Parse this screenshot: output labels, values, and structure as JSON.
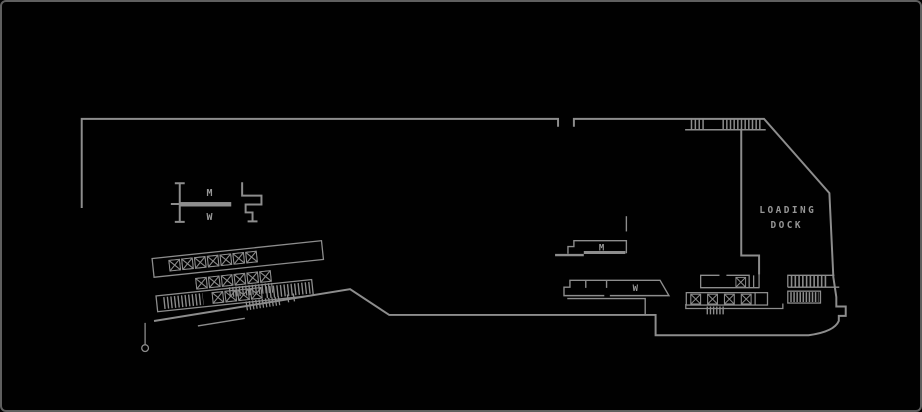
{
  "canvas": {
    "background": "#010101",
    "line_color": "#8d8d8d",
    "text_color": "#979797",
    "border_color": "#5f5f5f"
  },
  "labels": {
    "left_restroom_men": "M",
    "left_restroom_women": "W",
    "right_restroom_men": "M",
    "right_restroom_women": "W",
    "loading_dock_line1": "LOADING",
    "loading_dock_line2": "DOCK"
  }
}
